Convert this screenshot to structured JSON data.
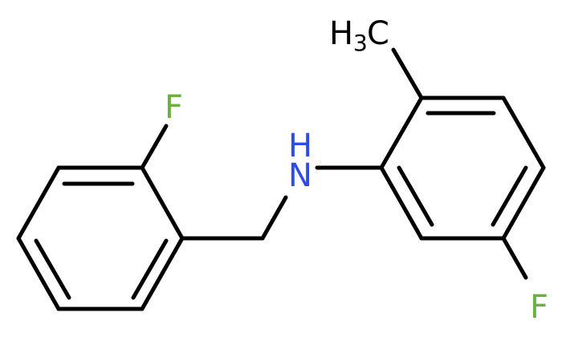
{
  "molecule": {
    "atoms": {
      "fluorine_left": "F",
      "nitrogen": "N",
      "nitrogen_h": "H",
      "fluorine_right": "F",
      "methyl_h": "H",
      "methyl_sub": "3",
      "methyl_c": "C"
    },
    "colors": {
      "fluorine": "#6bb13d",
      "nitrogen": "#2e4be6",
      "carbon": "#000000",
      "bond": "#000000"
    }
  }
}
